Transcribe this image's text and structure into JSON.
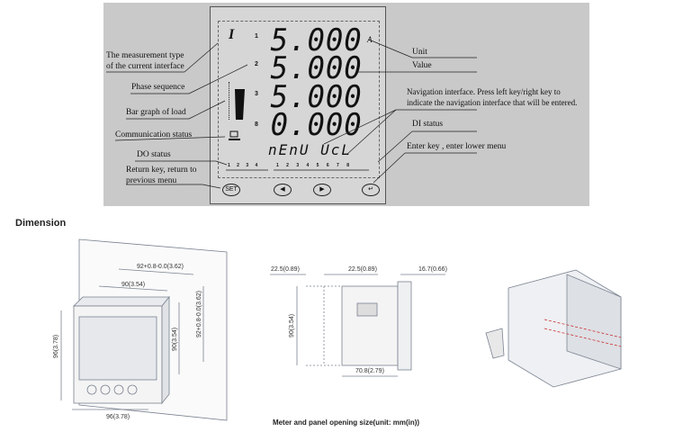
{
  "lcd": {
    "type_symbol": "I",
    "phases": [
      "1",
      "2",
      "3",
      "8"
    ],
    "values": [
      "5.000",
      "5.000",
      "5.000",
      "0.000"
    ],
    "unit_symbol": "A",
    "menu_text": "nEnU UcL",
    "do_labels": "1 2 3 4",
    "di_labels": "1 2 3 4 5 6 7 8",
    "buttons": {
      "return": "SET",
      "left": "◀",
      "right": "▶",
      "enter": "↵"
    }
  },
  "annotations": {
    "measurement_type_line1": "The measurement type",
    "measurement_type_line2": "of the current interface",
    "phase_sequence": "Phase sequence",
    "bar_graph": "Bar graph of load",
    "communication_status": "Communication status",
    "do_status": "DO status",
    "return_key_line1": "Return key, return to",
    "return_key_line2": "previous menu",
    "unit": "Unit",
    "value": "Value",
    "navigation_line1": "Navigation interface. Press left key/right key to",
    "navigation_line2": "indicate the navigation interface that will be entered.",
    "di_status": "DI status",
    "enter_key": "Enter key , enter lower menu"
  },
  "dimension": {
    "title": "Dimension",
    "front": {
      "panel_width": "92+0.8-0.0(3.62)",
      "body_width": "90(3.54)",
      "height": "96(3.78)",
      "width": "96(3.78)",
      "body_height": "90(3.54)",
      "panel_height": "92+0.8-0.0(3.62)"
    },
    "side": {
      "left_depth": "22.5(0.89)",
      "mid_depth": "22.5(0.89)",
      "front_depth": "16.7(0.66)",
      "height": "90(3.54)",
      "body_depth": "70.8(2.79)"
    },
    "caption": "Meter and panel opening size(unit: mm(in))"
  }
}
